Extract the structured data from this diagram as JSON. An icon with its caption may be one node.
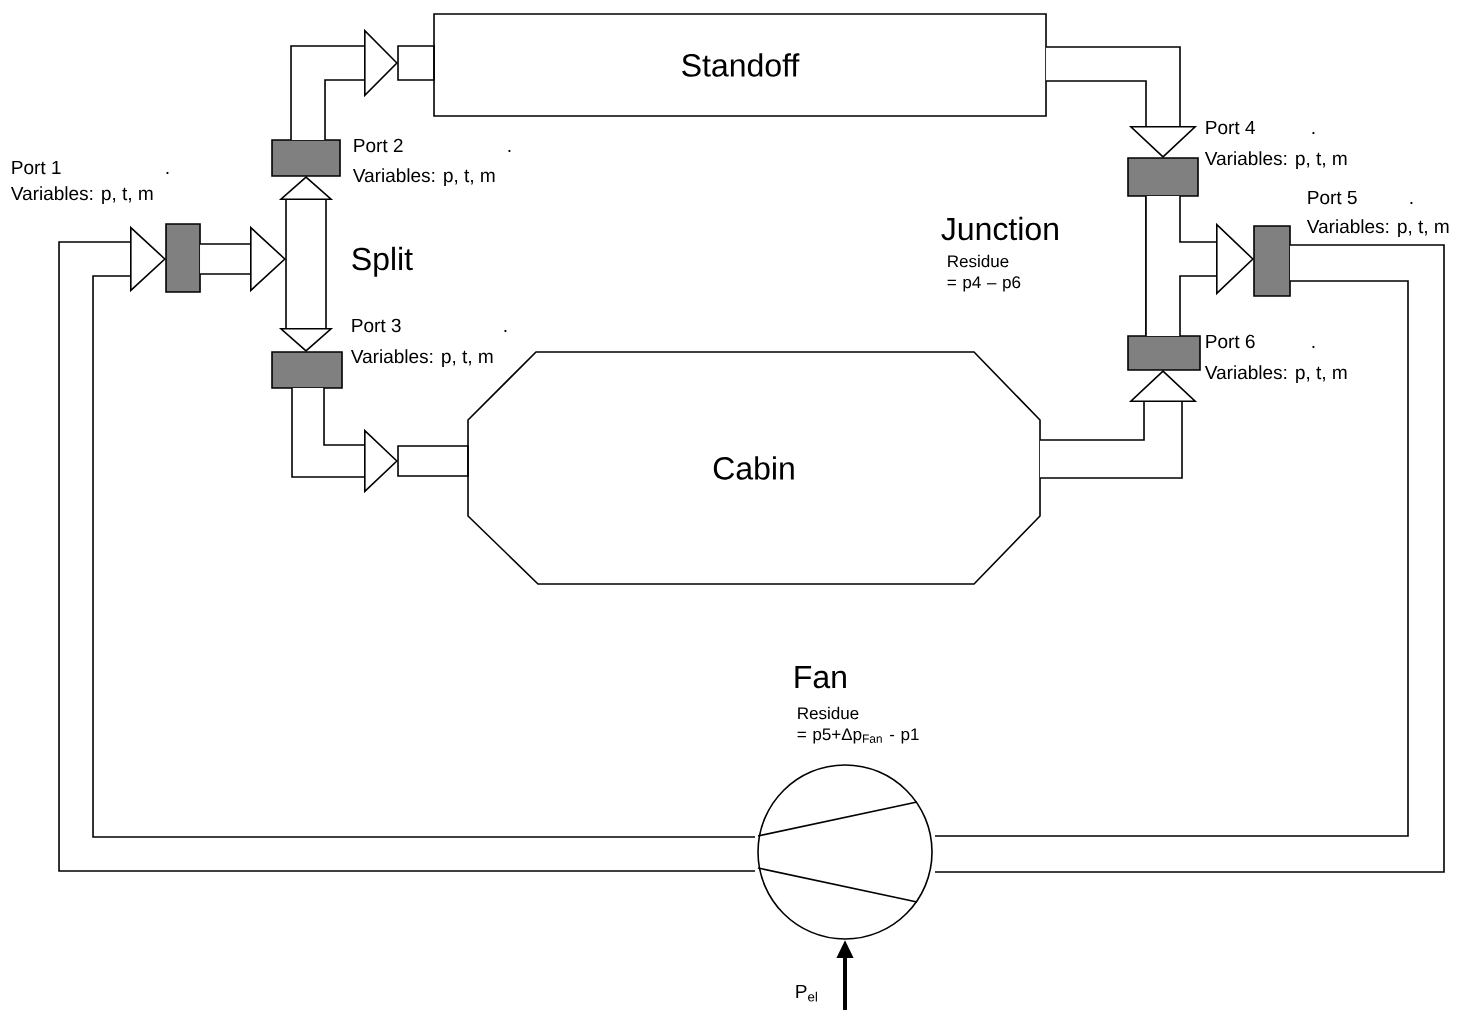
{
  "diagram": {
    "nodes": [
      {
        "text": [
          "Standoff"
        ]
      },
      {
        "text": [
          "Cabin"
        ]
      },
      {
        "text": [
          "Fan",
          "Residue = p5+Δp$_{Fan}$ - p1"
        ]
      },
      {
        "text": [],
        "shape": "box",
        "beside": [
          "Port 1",
          ".",
          "Variables: p, t, m"
        ]
      },
      {
        "text": [],
        "shape": "box",
        "beside": [
          "Port 2",
          ".",
          "Variables: p, t, m"
        ]
      },
      {
        "text": [],
        "shape": "box",
        "beside": [
          "Port 3",
          ".",
          "Variables: p, t, m"
        ]
      },
      {
        "text": [],
        "shape": "box",
        "beside": [
          "Port 4",
          ".",
          "Variables: p, t, m"
        ]
      },
      {
        "text": [],
        "shape": "box",
        "beside": [
          "Port 5",
          ".",
          "Variables: p, t, m"
        ]
      },
      {
        "text": [],
        "shape": "box",
        "beside": [
          "Port 6",
          ".",
          "Variables: p, t, m"
        ]
      }
    ],
    "edges": [
      {
        "from": 3,
        "to": null,
        "arrow": "to"
      },
      {
        "from": 4,
        "to": 5,
        "arrow": "both",
        "label": "Split"
      },
      {
        "from": 4,
        "to": 0,
        "arrow": "to"
      },
      {
        "from": 5,
        "to": 1,
        "arrow": "to"
      },
      {
        "from": 0,
        "to": 6,
        "arrow": "to"
      },
      {
        "from": 1,
        "to": 8,
        "arrow": "to"
      },
      {
        "from": 6,
        "to": 8,
        "arrow": "none",
        "label": "Junction"
      },
      {
        "from": 6,
        "to": 7,
        "arrow": "to"
      },
      {
        "from": 8,
        "to": 7,
        "arrow": "to"
      },
      {
        "from": 7,
        "to": 2,
        "arrow": "none"
      },
      {
        "from": 2,
        "to": 3,
        "arrow": "to"
      },
      {
        "from": null,
        "to": 2,
        "arrow": "to",
        "label": "P$_{el}$"
      }
    ],
    "labels": [
      "Residue = p4 – p6"
    ]
  }
}
